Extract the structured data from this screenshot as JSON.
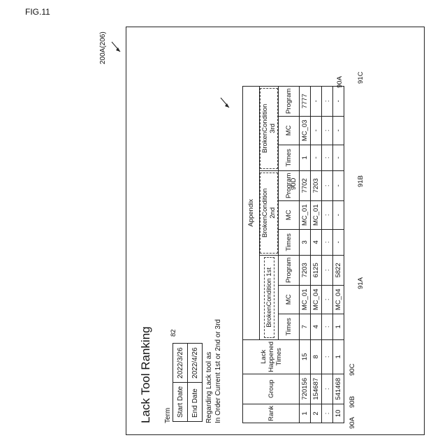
{
  "figure": "FIG.11",
  "screen_ref": "200A(206)",
  "title": "Lack Tool Ranking",
  "term": {
    "label": "Term",
    "rows": [
      {
        "label": "Start Date",
        "value": "2022/3/26"
      },
      {
        "label": "End Date",
        "value": "2022/4/26"
      }
    ]
  },
  "note": [
    "Regarding Lack tool as",
    "In Order Current 1st or 2nd or 3rd"
  ],
  "table": {
    "headers": {
      "rank": "Rank",
      "group": "Group",
      "lack_happened_times": "Lack Happened Times",
      "appendix": "Appendix",
      "broken_conditions": [
        "BrokenCondition 1st",
        "BrokenCondition 2nd",
        "BrokenCondition 3rd"
      ],
      "sub": [
        "Times",
        "MC",
        "Program"
      ]
    },
    "rows": [
      {
        "rank": "1",
        "group": "720156",
        "times": "15",
        "cells": [
          "7",
          "MC_01",
          "7203",
          "3",
          "MC_01",
          "7702",
          "1",
          "MC_03",
          "7777"
        ]
      },
      {
        "rank": "2",
        "group": "154687",
        "times": "8",
        "cells": [
          "4",
          "MC_04",
          "6125",
          "4",
          "MC_01",
          "7203",
          "-",
          "-",
          "-"
        ]
      },
      {
        "rank": ":",
        "group": ":",
        "times": ":",
        "cells": [
          ":",
          ":",
          ":",
          ":",
          ":",
          ":",
          ":",
          ":",
          ":"
        ]
      },
      {
        "rank": "10",
        "group": "541468",
        "times": "1",
        "cells": [
          "1",
          "MC_04",
          "5822",
          "-",
          "-",
          "-",
          "-",
          "-",
          "-"
        ]
      }
    ]
  },
  "refs": {
    "r82": "82",
    "r90A": "90A",
    "r90B": "90B",
    "r90C": "90C",
    "r90D": "90D",
    "r90A_table": "90A",
    "r91A": "91A",
    "r91B": "91B",
    "r91C": "91C"
  }
}
